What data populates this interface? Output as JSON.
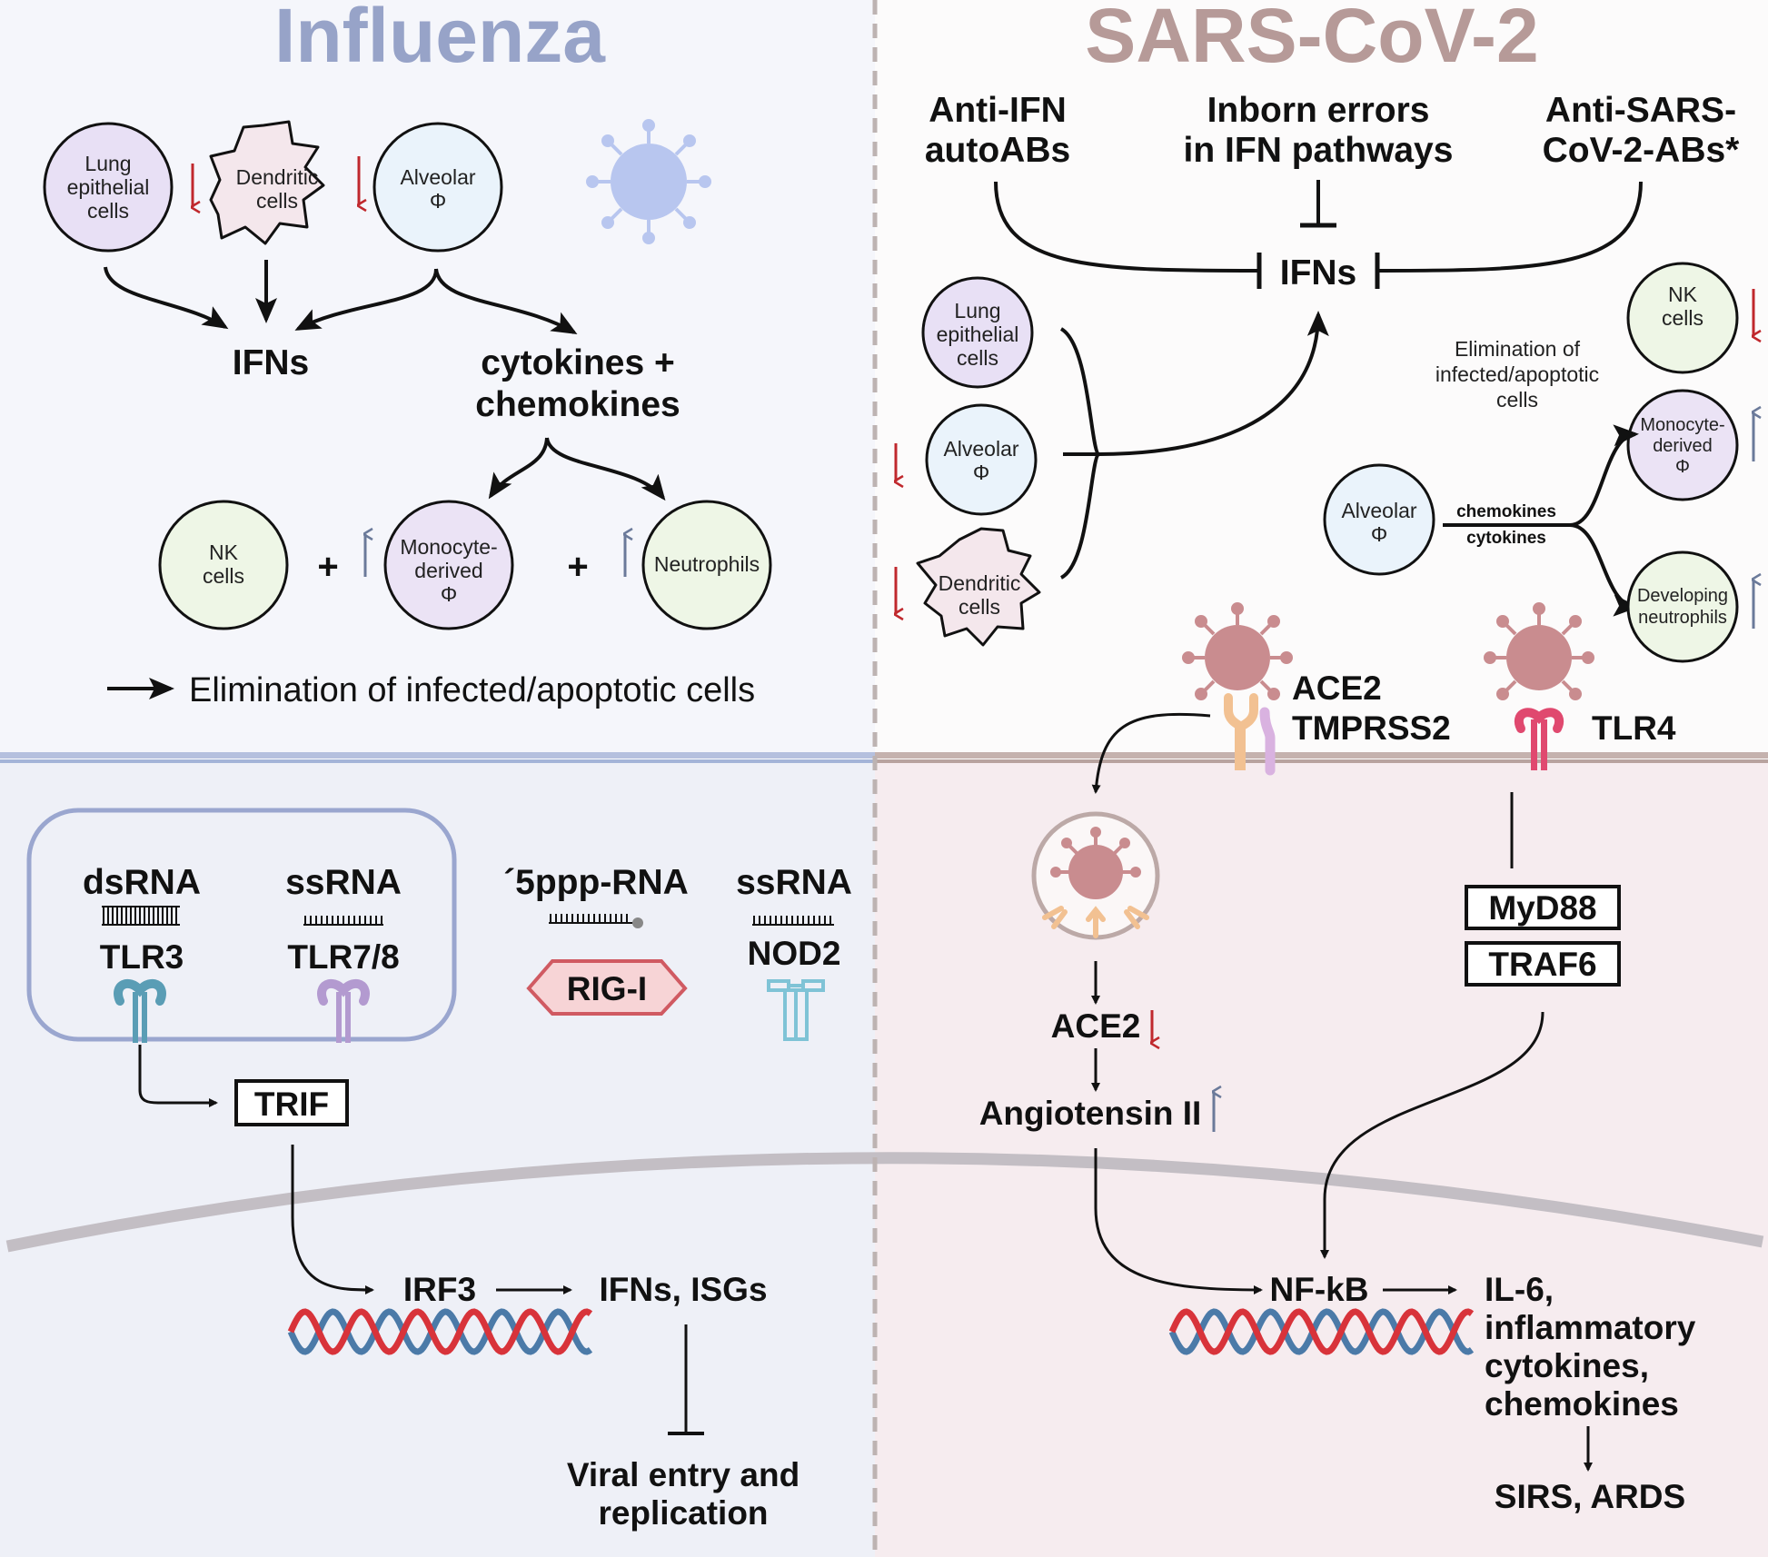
{
  "influenza": {
    "title": "Influenza",
    "cells": {
      "lung": [
        "Lung",
        "epithelial",
        "cells"
      ],
      "dendritic": [
        "Dendritic",
        "cells"
      ],
      "alveolar": [
        "Alveolar",
        "Φ"
      ],
      "nk": [
        "NK",
        "cells"
      ],
      "monocyte": [
        "Monocyte-",
        "derived",
        "Φ"
      ],
      "neutrophils": [
        "Neutrophils"
      ]
    },
    "ifns": "IFNs",
    "cytokines": [
      "cytokines +",
      "chemokines"
    ],
    "plus": "+",
    "elimination": "Elimination of infected/apoptotic cells",
    "receptors": {
      "dsrna": "dsRNA",
      "tlr3": "TLR3",
      "ssrna1": "ssRNA",
      "tlr78": "TLR7/8",
      "pppRNA": "´5ppp-RNA",
      "rigi": "RIG-I",
      "ssrna2": "ssRNA",
      "nod2": "NOD2"
    },
    "trif": "TRIF",
    "irf3": "IRF3",
    "ifns_isgs": "IFNs, ISGs",
    "viral": [
      "Viral entry and",
      "replication"
    ]
  },
  "sars": {
    "title": "SARS-CoV-2",
    "anti_ifn": [
      "Anti-IFN",
      "autoABs"
    ],
    "inborn": [
      "Inborn errors",
      "in IFN pathways"
    ],
    "anti_sars": [
      "Anti-SARS-",
      "CoV-2-ABs*"
    ],
    "ifns": "IFNs",
    "cells": {
      "lung": [
        "Lung",
        "epithelial",
        "cells"
      ],
      "alveolar1": [
        "Alveolar",
        "Φ"
      ],
      "dendritic": [
        "Dendritic",
        "cells"
      ],
      "nk": [
        "NK",
        "cells"
      ],
      "monocyte": [
        "Monocyte-",
        "derived",
        "Φ"
      ],
      "alveolar2": [
        "Alveolar",
        "Φ"
      ],
      "neutrophils": [
        "Developing",
        "neutrophils"
      ]
    },
    "elimination": [
      "Elimination of",
      "infected/apoptotic",
      "cells"
    ],
    "chemokines": "chemokines",
    "cytokines": "cytokines",
    "ace2": "ACE2",
    "tmprss2": "TMPRSS2",
    "tlr4": "TLR4",
    "myd88": "MyD88",
    "traf6": "TRAF6",
    "ace2_down": "ACE2",
    "angiotensin": "Angiotensin II",
    "nfkb": "NF-kB",
    "il6": [
      "IL-6,",
      "inflammatory",
      "cytokines,",
      "chemokines"
    ],
    "sirs": "SIRS, ARDS"
  },
  "colors": {
    "influenza_title": "#97a3c8",
    "sars_title": "#b69a98",
    "down_arrow": "#c0282d",
    "up_arrow": "#6b7a9a",
    "tlr3": "#5a9db5",
    "tlr78": "#b39ad0",
    "rigi": "#d05a62",
    "nod2": "#7fc3d6",
    "ace2": "#f2c192",
    "tmprss2": "#d9b2e0",
    "tlr4": "#e0496f",
    "virus": "#c98c8f"
  }
}
